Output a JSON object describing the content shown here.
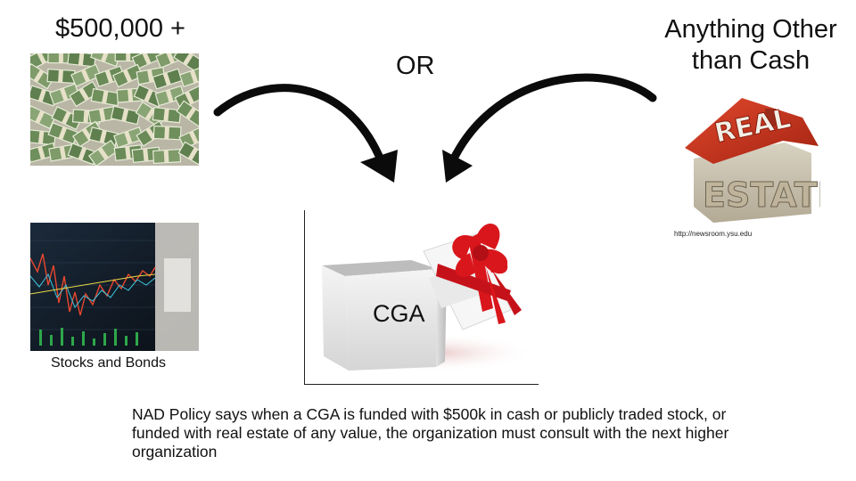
{
  "labels": {
    "cash_amount": "$500,000 +",
    "or": "OR",
    "other_than_cash": "Anything Other than Cash",
    "stocks_and_bonds": "Stocks and Bonds",
    "cga": "CGA",
    "credit": "http://newsroom.ysu.edu"
  },
  "house_sign": {
    "line1": "REAL",
    "line2": "ESTATE"
  },
  "policy_text": "NAD Policy says when a CGA is funded with $500k in cash or publicly traded stock, or funded with real estate of any value, the organization must consult with the next higher organization",
  "colors": {
    "text": "#111111",
    "arrow": "#0b0b0b",
    "ribbon": "#d9161c",
    "house_roof": "#c9311c",
    "cash_green": "#6f8f5c"
  }
}
